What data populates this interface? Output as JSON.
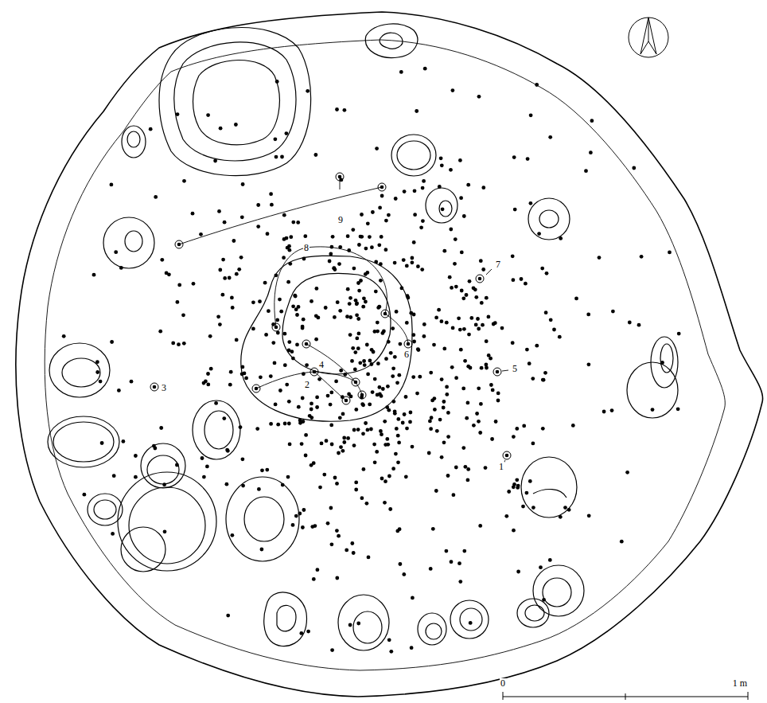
{
  "diagram": {
    "labels": [
      "1",
      "2",
      "3",
      "4",
      "5",
      "6",
      "7",
      "8",
      "9",
      "0",
      "1 m"
    ]
  }
}
